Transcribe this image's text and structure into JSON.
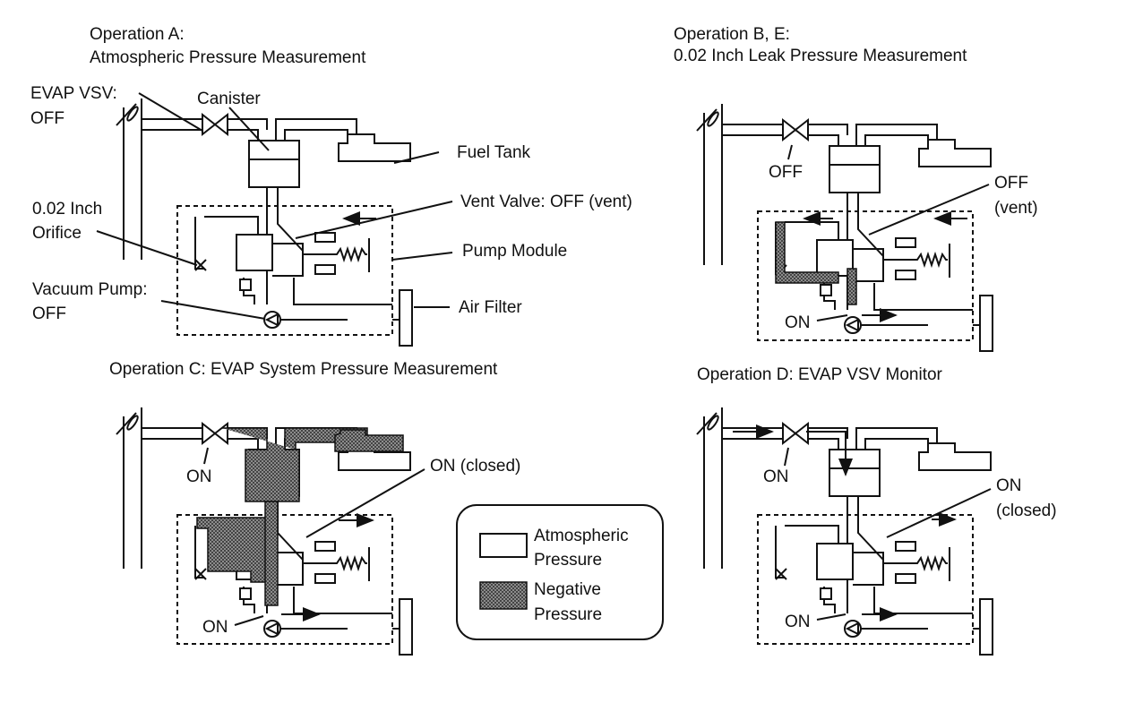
{
  "labels": {
    "op_a_title_1": "Operation A:",
    "op_a_title_2": "Atmospheric Pressure Measurement",
    "evap_vsv_1": "EVAP VSV:",
    "evap_vsv_2": "OFF",
    "canister": "Canister",
    "fuel_tank": "Fuel Tank",
    "vent_valve": "Vent Valve: OFF (vent)",
    "orifice_1": "0.02 Inch",
    "orifice_2": "Orifice",
    "pump_module": "Pump Module",
    "vacuum_pump_1": "Vacuum Pump:",
    "vacuum_pump_2": "OFF",
    "air_filter": "Air Filter",
    "op_b_title_1": "Operation B, E:",
    "op_b_title_2": "0.02 Inch Leak Pressure Measurement",
    "b_vsv_state": "OFF",
    "b_vent_state_1": "OFF",
    "b_vent_state_2": "(vent)",
    "b_pump_state": "ON",
    "op_c_title": "Operation C: EVAP System Pressure Measurement",
    "c_vsv_state": "ON",
    "c_vent_state": "ON (closed)",
    "c_pump_state": "ON",
    "op_d_title": "Operation D: EVAP VSV Monitor",
    "d_vsv_state": "ON",
    "d_vent_state_1": "ON",
    "d_vent_state_2": "(closed)",
    "d_pump_state": "ON"
  },
  "legend": {
    "atmospheric_1": "Atmospheric",
    "atmospheric_2": "Pressure",
    "negative_1": "Negative",
    "negative_2": "Pressure"
  }
}
